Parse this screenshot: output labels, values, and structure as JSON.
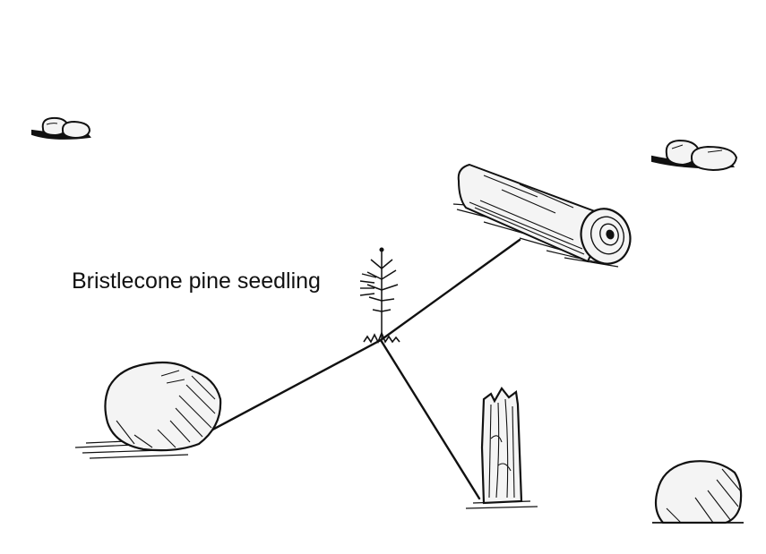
{
  "seedling_label": "Bristlecone pine seedling",
  "colors": {
    "background": "#ffffff",
    "ink": "#111111",
    "rock_fill": "#f4f4f4"
  },
  "objects": [
    "bristlecone-pine-seedling",
    "boulder",
    "fallen-log",
    "tree-stump",
    "rock-cluster"
  ]
}
